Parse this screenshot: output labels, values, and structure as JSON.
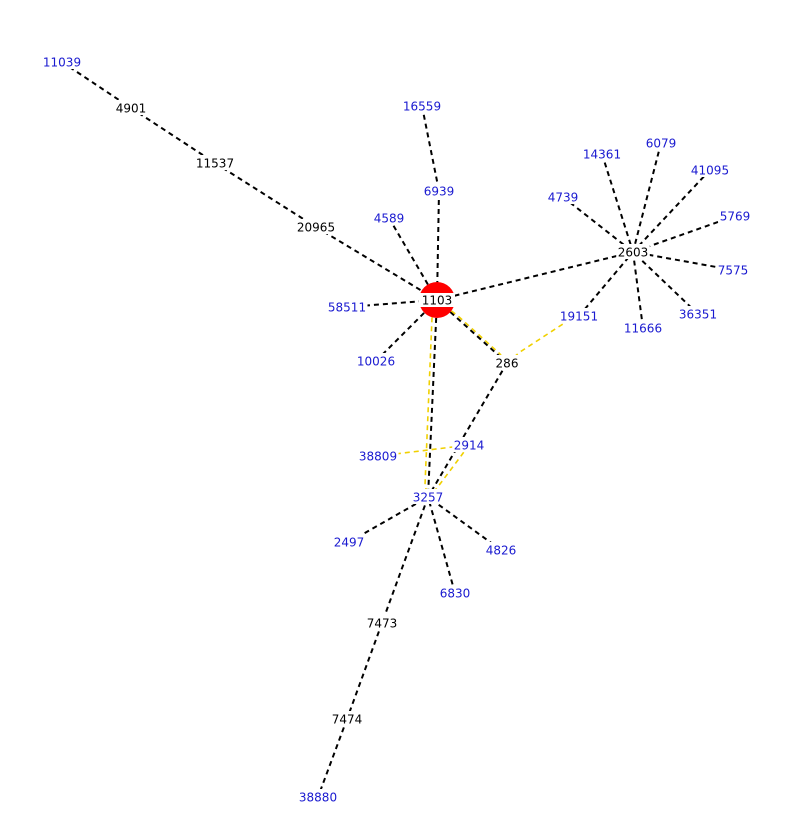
{
  "colors": {
    "background": "#ffffff",
    "edge_default": "#000000",
    "edge_highlight": "#f0d000",
    "node_plain": "#000000",
    "node_linked": "#1a1ad0",
    "center_fill": "#ff0000",
    "center_label_bg": "#ffffff"
  },
  "center_node": "1103",
  "nodes": [
    {
      "id": "11039",
      "kind": "linked"
    },
    {
      "id": "4901",
      "kind": "plain"
    },
    {
      "id": "11537",
      "kind": "plain"
    },
    {
      "id": "20965",
      "kind": "plain"
    },
    {
      "id": "16559",
      "kind": "linked"
    },
    {
      "id": "6939",
      "kind": "linked"
    },
    {
      "id": "4589",
      "kind": "linked"
    },
    {
      "id": "58511",
      "kind": "linked"
    },
    {
      "id": "10026",
      "kind": "linked"
    },
    {
      "id": "1103",
      "kind": "center"
    },
    {
      "id": "286",
      "kind": "plain"
    },
    {
      "id": "14361",
      "kind": "linked"
    },
    {
      "id": "6079",
      "kind": "linked"
    },
    {
      "id": "41095",
      "kind": "linked"
    },
    {
      "id": "4739",
      "kind": "linked"
    },
    {
      "id": "5769",
      "kind": "linked"
    },
    {
      "id": "2603",
      "kind": "plain"
    },
    {
      "id": "7575",
      "kind": "linked"
    },
    {
      "id": "19151",
      "kind": "linked"
    },
    {
      "id": "36351",
      "kind": "linked"
    },
    {
      "id": "11666",
      "kind": "linked"
    },
    {
      "id": "2914",
      "kind": "linked"
    },
    {
      "id": "38809",
      "kind": "linked"
    },
    {
      "id": "3257",
      "kind": "linked"
    },
    {
      "id": "2497",
      "kind": "linked"
    },
    {
      "id": "4826",
      "kind": "linked"
    },
    {
      "id": "6830",
      "kind": "linked"
    },
    {
      "id": "7473",
      "kind": "plain"
    },
    {
      "id": "7474",
      "kind": "plain"
    },
    {
      "id": "38880",
      "kind": "linked"
    }
  ],
  "edges": [
    {
      "from": "11039",
      "to": "4901",
      "style": "default"
    },
    {
      "from": "4901",
      "to": "11537",
      "style": "default"
    },
    {
      "from": "11537",
      "to": "20965",
      "style": "default"
    },
    {
      "from": "20965",
      "to": "1103",
      "style": "default"
    },
    {
      "from": "16559",
      "to": "6939",
      "style": "default"
    },
    {
      "from": "6939",
      "to": "1103",
      "style": "default"
    },
    {
      "from": "4589",
      "to": "1103",
      "style": "default"
    },
    {
      "from": "58511",
      "to": "1103",
      "style": "default"
    },
    {
      "from": "10026",
      "to": "1103",
      "style": "default"
    },
    {
      "from": "1103",
      "to": "2603",
      "style": "default"
    },
    {
      "from": "1103",
      "to": "286",
      "style": "default"
    },
    {
      "from": "1103",
      "to": "286",
      "style": "highlight"
    },
    {
      "from": "1103",
      "to": "3257",
      "style": "default"
    },
    {
      "from": "1103",
      "to": "3257",
      "style": "highlight"
    },
    {
      "from": "14361",
      "to": "2603",
      "style": "default"
    },
    {
      "from": "6079",
      "to": "2603",
      "style": "default"
    },
    {
      "from": "41095",
      "to": "2603",
      "style": "default"
    },
    {
      "from": "4739",
      "to": "2603",
      "style": "default"
    },
    {
      "from": "5769",
      "to": "2603",
      "style": "default"
    },
    {
      "from": "7575",
      "to": "2603",
      "style": "default"
    },
    {
      "from": "19151",
      "to": "2603",
      "style": "default"
    },
    {
      "from": "36351",
      "to": "2603",
      "style": "default"
    },
    {
      "from": "11666",
      "to": "2603",
      "style": "default"
    },
    {
      "from": "286",
      "to": "19151",
      "style": "highlight"
    },
    {
      "from": "286",
      "to": "3257",
      "style": "default"
    },
    {
      "from": "2914",
      "to": "3257",
      "style": "highlight"
    },
    {
      "from": "38809",
      "to": "2914",
      "style": "highlight"
    },
    {
      "from": "2497",
      "to": "3257",
      "style": "default"
    },
    {
      "from": "4826",
      "to": "3257",
      "style": "default"
    },
    {
      "from": "6830",
      "to": "3257",
      "style": "default"
    },
    {
      "from": "3257",
      "to": "7473",
      "style": "default"
    },
    {
      "from": "7473",
      "to": "7474",
      "style": "default"
    },
    {
      "from": "7474",
      "to": "38880",
      "style": "default"
    }
  ]
}
